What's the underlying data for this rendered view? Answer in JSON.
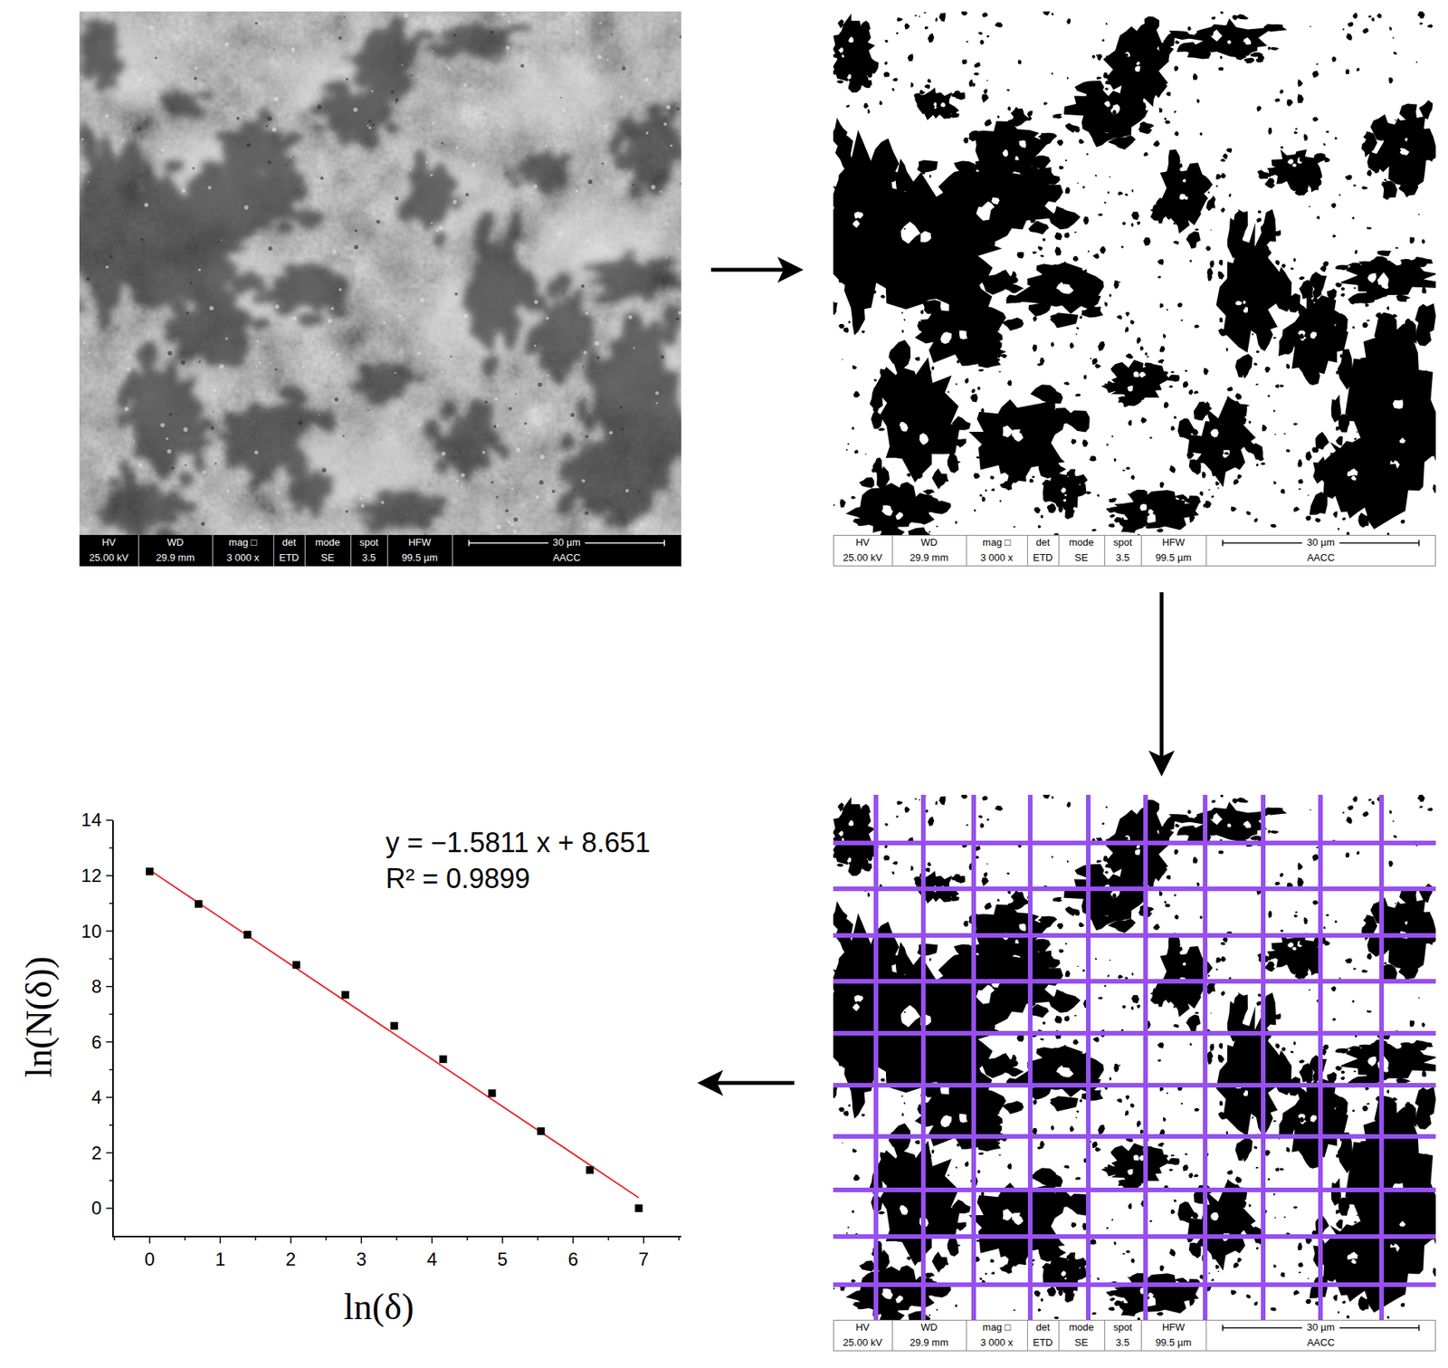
{
  "diagram": {
    "nodes": [
      {
        "text": [
          "HV",
          "WD",
          "mag □",
          "det",
          "mode",
          "spot",
          "HFW",
          "30 µm",
          "25.00 kV",
          "29.9 mm",
          "3 000 x",
          "ETD",
          "SE",
          "3.5",
          "99.5 µm",
          "AACC"
        ]
      },
      {
        "text": [
          "HV",
          "WD",
          "mag □",
          "det",
          "mode",
          "spot",
          "HFW",
          "30 µm",
          "25.00 kV",
          "29.9 mm",
          "3 000 x",
          "ETD",
          "SE",
          "3.5",
          "99.5 µm",
          "AACC"
        ]
      },
      {
        "text": [
          "HV",
          "WD",
          "mag □",
          "det",
          "mode",
          "spot",
          "HFW",
          "30 µm",
          "25.00 kV",
          "29.9 mm",
          "3 000 x",
          "ETD",
          "SE",
          "3.5",
          "99.5 µm",
          "AACC"
        ]
      },
      {
        "text": [
          "y = −1.5811 x + 8.651",
          "R² = 0.9899",
          "0",
          "2",
          "4",
          "6",
          "8",
          "10",
          "12",
          "14",
          "0",
          "1",
          "2",
          "3",
          "4",
          "5",
          "6",
          "7",
          "ln(N(δ))",
          "ln(δ)"
        ]
      }
    ],
    "edges": [
      {
        "from": 0,
        "to": 1,
        "arrow": "to"
      },
      {
        "from": 1,
        "to": 2,
        "arrow": "to"
      },
      {
        "from": 2,
        "to": 3,
        "arrow": "to"
      }
    ]
  }
}
